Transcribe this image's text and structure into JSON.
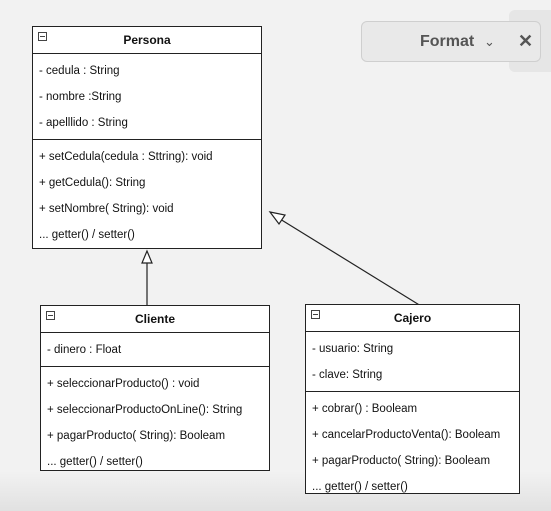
{
  "panel": {
    "format_label": "Format",
    "chevron_glyph": "⌄",
    "close_glyph": "✕"
  },
  "classes": {
    "persona": {
      "name": "Persona",
      "attributes": [
        "-  cedula : String",
        "- nombre :String",
        "- apelllido : String"
      ],
      "methods": [
        "+ setCedula(cedula : Sttring): void",
        "+ getCedula(): String",
        "+ setNombre( String): void",
        "... getter() / setter()"
      ]
    },
    "cliente": {
      "name": "Cliente",
      "attributes": [
        "-  dinero : Float"
      ],
      "methods": [
        "+ seleccionarProducto() : void",
        "+ seleccionarProductoOnLine(): String",
        "+ pagarProducto( String): Booleam",
        "... getter() / setter()"
      ]
    },
    "cajero": {
      "name": "Cajero",
      "attributes": [
        "-  usuario: String",
        "-  clave: String"
      ],
      "methods": [
        "+ cobrar() : Booleam",
        "+ cancelarProductoVenta(): Booleam",
        "+ pagarProducto( String): Booleam",
        "... getter() / setter()"
      ]
    }
  },
  "relations": [
    {
      "type": "generalization",
      "from": "Cliente",
      "to": "Persona"
    },
    {
      "type": "generalization",
      "from": "Cajero",
      "to": "Persona"
    }
  ],
  "colors": {
    "background": "#f2f2f2",
    "line": "#222222",
    "panel": "#e9e9e9",
    "panel_text": "#555555"
  }
}
